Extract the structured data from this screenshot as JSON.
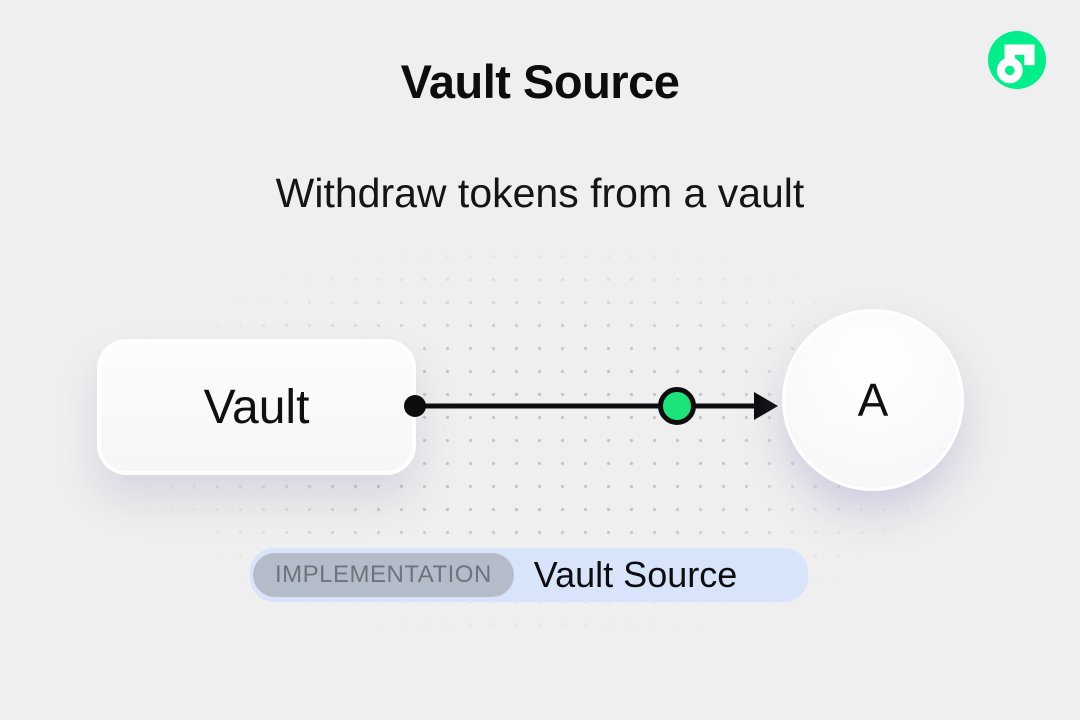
{
  "header": {
    "title": "Vault Source",
    "subtitle": "Withdraw tokens from a vault",
    "logo_icon": "flow-logo"
  },
  "diagram": {
    "vault_node_label": "Vault",
    "account_node_label": "A",
    "token_color": "#1be47b",
    "line_color": "#0d0d10"
  },
  "footer_badge": {
    "category": "IMPLEMENTATION",
    "label": "Vault Source",
    "badge_bg": "#d8e4fa",
    "category_bg": "#b5bcc9",
    "category_text_color": "#6e737d"
  },
  "theme": {
    "background": "#efefef",
    "dot_color": "#c6c6cb",
    "flow_green": "#00ef8b"
  }
}
